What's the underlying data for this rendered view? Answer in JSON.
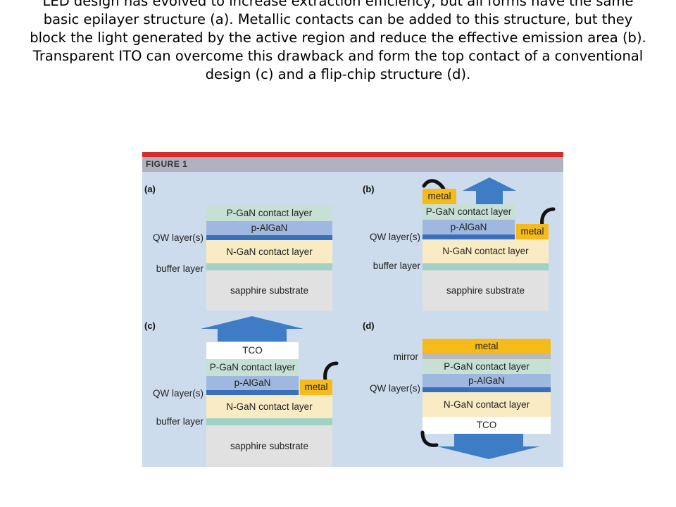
{
  "caption": "LED design has evolved to increase extraction efficiency, but all forms have the same basic epilayer structure (a). Metallic contacts can be added to this structure, but they block the light generated by the active region and reduce the effective emission area (b). Transparent ITO can overcome this drawback and form the top contact of a conventional design (c) and a flip-chip structure (d).",
  "figure": {
    "title": "FIGURE 1",
    "colors": {
      "background": "#ccdcec",
      "title_bar": "#b1b1c0",
      "top_stripe": "#d52b2b",
      "p_gan": "#c6e0d5",
      "p_algan": "#9fb8df",
      "qw": "#3a6fbb",
      "n_gan": "#f9ebc3",
      "buffer": "#9fd2c4",
      "sapphire": "#e1e1e1",
      "metal": "#f6bb1b",
      "mirror": "#b9b9b9",
      "arrow": "#3f7cc6"
    },
    "panels": {
      "a": {
        "label": "(a)",
        "qw_label": "QW layer(s)",
        "buffer_label": "buffer layer",
        "p_gan": "P-GaN contact layer",
        "p_algan": "p-AlGaN",
        "n_gan": "N-GaN contact layer",
        "sapphire": "sapphire substrate"
      },
      "b": {
        "label": "(b)",
        "qw_label": "QW layer(s)",
        "buffer_label": "buffer layer",
        "top_metal": "metal",
        "side_metal": "metal",
        "p_gan": "P-GaN contact layer",
        "p_algan": "p-AlGaN",
        "n_gan": "N-GaN contact layer",
        "sapphire": "sapphire substrate"
      },
      "c": {
        "label": "(c)",
        "qw_label": "QW layer(s)",
        "buffer_label": "buffer layer",
        "tco": "TCO",
        "side_metal": "metal",
        "p_gan": "P-GaN contact layer",
        "p_algan": "p-AlGaN",
        "n_gan": "N-GaN contact layer",
        "sapphire": "sapphire substrate"
      },
      "d": {
        "label": "(d)",
        "mirror_label": "mirror",
        "qw_label": "QW layer(s)",
        "metal": "metal",
        "p_gan": "P-GaN contact layer",
        "p_algan": "p-AlGaN",
        "n_gan": "N-GaN contact layer",
        "tco": "TCO"
      }
    }
  }
}
